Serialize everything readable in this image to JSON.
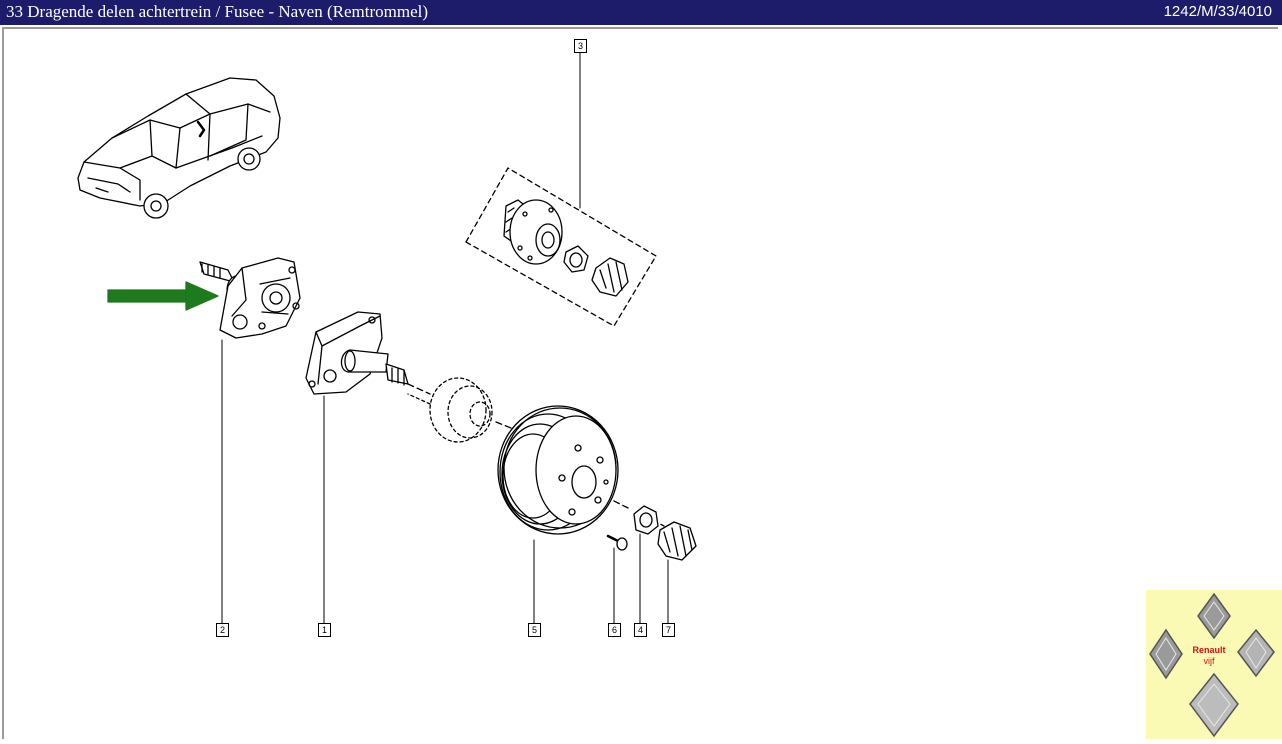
{
  "header": {
    "title": "33 Dragende delen achtertrein / Fusee - Naven (Remtrommel)",
    "code": "1242/M/33/4010"
  },
  "callouts": {
    "c3": "3",
    "c2": "2",
    "c1": "1",
    "c5": "5",
    "c6": "6",
    "c4": "4",
    "c7": "7"
  },
  "logo": {
    "line1": "Renault",
    "line2": "vijf"
  },
  "colors": {
    "title_bar": "#1c1c6b",
    "arrow": "#1d7a1d",
    "logo_background": "#fafab4",
    "logo_text": "#d0101a"
  },
  "icons": {
    "arrow": "green-right-arrow-icon",
    "car": "station-wagon-car-icon",
    "logo": "renault-diamond-logo-icon"
  }
}
